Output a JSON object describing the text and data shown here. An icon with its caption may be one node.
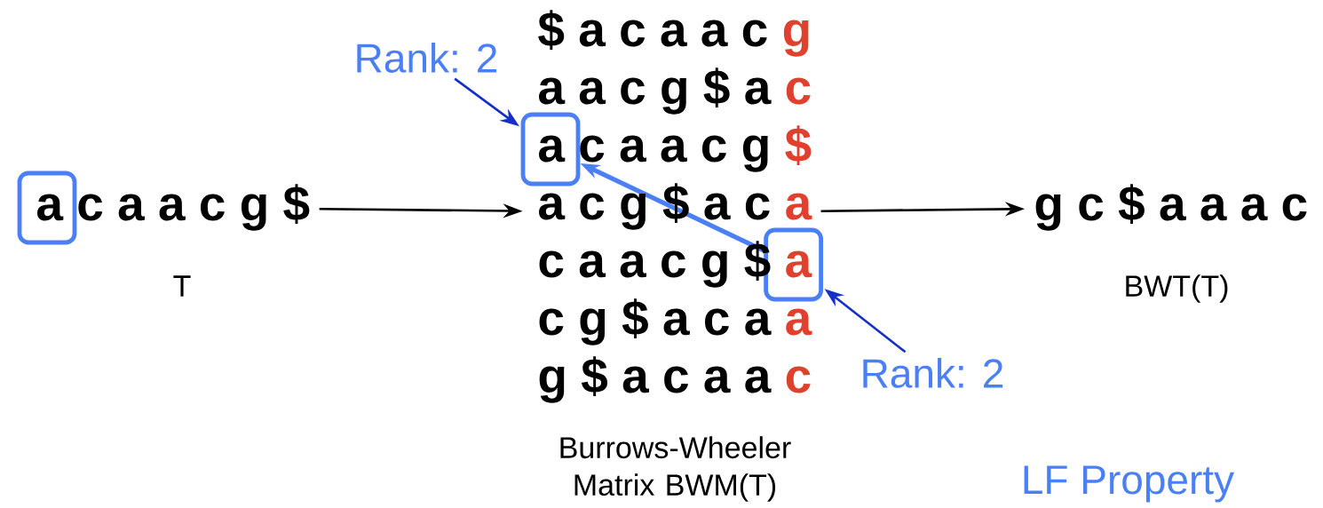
{
  "diagram": {
    "nodes": [
      {
        "text": [
          "a c a a c g $"
        ],
        "beside": [
          "T"
        ]
      },
      {
        "text": [],
        "shape": "box"
      },
      {
        "text": [
          "Rank: 2"
        ]
      },
      {
        "text": [
          "$ a c a a c g",
          "a a c g $ a c",
          "a c a a c g $",
          "a c g $ a c a",
          "c a a c g $ a",
          "c g $ a c a a",
          "g $ a c a a c"
        ],
        "beside": [
          "Burrows-Wheeler Matrix BWM(T)"
        ]
      },
      {
        "text": [],
        "shape": "box"
      },
      {
        "text": [],
        "shape": "box"
      },
      {
        "text": [
          "Rank: 2"
        ]
      },
      {
        "text": [
          "g c $ a a a c"
        ],
        "beside": [
          "BWT(T)"
        ]
      }
    ],
    "edges": [
      {
        "from": 0,
        "to": 3,
        "arrow": "to"
      },
      {
        "from": 3,
        "to": 7,
        "arrow": "to"
      },
      {
        "from": 5,
        "to": 4,
        "arrow": "to",
        "style": "thick",
        "color": "#4a7ff5"
      },
      {
        "from": 2,
        "to": 4,
        "arrow": "to",
        "color": "#1530c8"
      },
      {
        "from": 6,
        "to": 5,
        "arrow": "to",
        "color": "#1530c8"
      }
    ],
    "labels": [
      "LF Property"
    ]
  }
}
